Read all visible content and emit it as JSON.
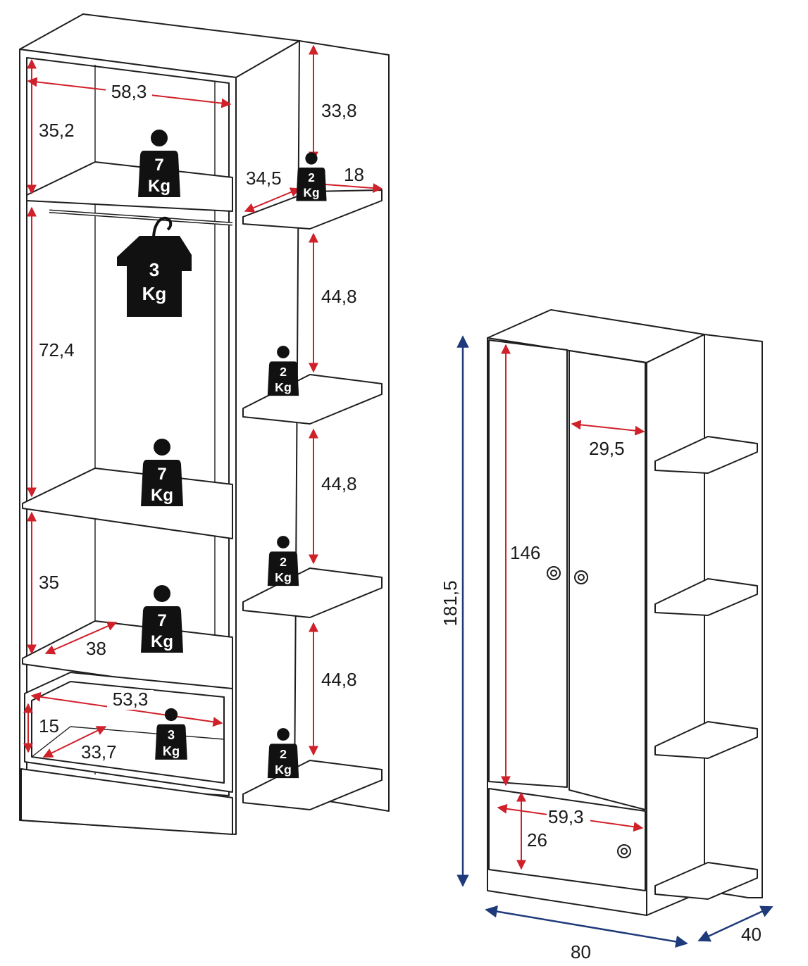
{
  "colors": {
    "ink": "#1e1e1e",
    "red_dimension": "#d0202a",
    "blue_dimension": "#1f3a7a",
    "weight_badge": "#111111",
    "background": "#ffffff"
  },
  "interior_dimensions": {
    "width_top": "58,3",
    "height_top": "35,2",
    "height_side_top": "33,8",
    "side_depth": "34,5",
    "side_width": "18",
    "height_hanging": "72,4",
    "side_gap_1": "44,8",
    "side_gap_2": "44,8",
    "side_gap_3": "44,8",
    "height_lower": "35",
    "shelf_depth": "38",
    "drawer_width": "53,3",
    "drawer_height": "15",
    "drawer_depth": "33,7"
  },
  "weights": {
    "top_shelf": {
      "value": "7",
      "unit": "Kg"
    },
    "side_top": {
      "value": "2",
      "unit": "Kg"
    },
    "hanger": {
      "value": "3",
      "unit": "Kg"
    },
    "side_2": {
      "value": "2",
      "unit": "Kg"
    },
    "middle_shelf": {
      "value": "7",
      "unit": "Kg"
    },
    "side_3": {
      "value": "2",
      "unit": "Kg"
    },
    "lower_shelf": {
      "value": "7",
      "unit": "Kg"
    },
    "drawer": {
      "value": "3",
      "unit": "Kg"
    },
    "side_4": {
      "value": "2",
      "unit": "Kg"
    }
  },
  "exterior_dimensions": {
    "total_height": "181,5",
    "door_height": "146",
    "door_width": "29,5",
    "drawer_width": "59,3",
    "drawer_height": "26",
    "total_width": "80",
    "total_depth": "40"
  }
}
